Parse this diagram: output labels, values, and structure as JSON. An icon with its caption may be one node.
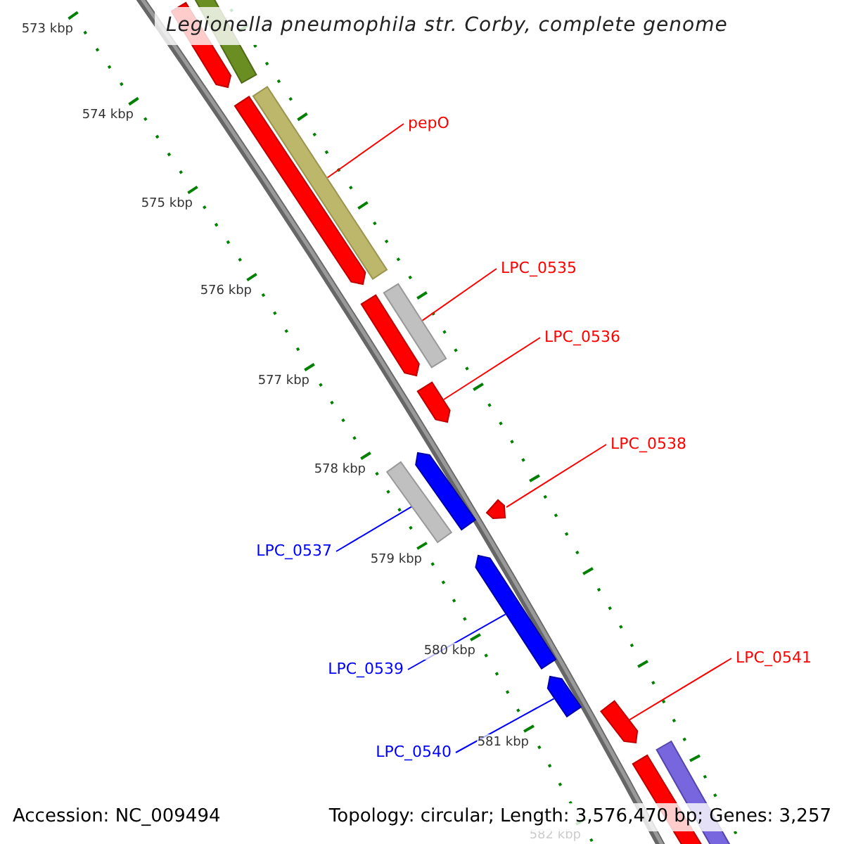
{
  "diagram": {
    "title": "Legionella pneumophila str. Corby, complete genome",
    "nodes": [
      {
        "text": [
          "pepO"
        ]
      },
      {
        "text": [
          "LPC_0535"
        ]
      },
      {
        "text": [
          "LPC_0536"
        ]
      },
      {
        "text": [
          "LPC_0538"
        ]
      },
      {
        "text": [
          "LPC_0537"
        ]
      },
      {
        "text": [
          "LPC_0541"
        ]
      },
      {
        "text": [
          "LPC_0539"
        ]
      },
      {
        "text": [
          "LPC_0540"
        ]
      },
      {
        "text": [],
        "shape": "bar"
      },
      {
        "text": [],
        "shape": "bar"
      },
      {
        "text": [],
        "shape": "bar"
      },
      {
        "text": [],
        "shape": "bar"
      },
      {
        "text": [],
        "shape": "bar"
      },
      {
        "text": [],
        "shape": "bar"
      },
      {
        "text": [],
        "shape": "bar"
      },
      {
        "text": [],
        "shape": "bar"
      },
      {
        "text": [],
        "shape": "bar"
      },
      {
        "text": [],
        "shape": "bar"
      },
      {
        "text": [],
        "shape": "bar"
      },
      {
        "text": [],
        "shape": "bar"
      },
      {
        "text": [],
        "shape": "bar"
      },
      {
        "text": [],
        "shape": "bar"
      },
      {
        "text": [],
        "shape": "bar"
      }
    ],
    "edges": [
      {
        "from": 0,
        "to": 11,
        "arrow": "none"
      },
      {
        "from": 1,
        "to": 12,
        "arrow": "none"
      },
      {
        "from": 2,
        "to": 14,
        "arrow": "none"
      },
      {
        "from": 3,
        "to": 17,
        "arrow": "none"
      },
      {
        "from": 4,
        "to": 16,
        "arrow": "none",
        "color": "#0000ff"
      },
      {
        "from": 5,
        "to": 20,
        "arrow": "none"
      },
      {
        "from": 6,
        "to": 18,
        "arrow": "none",
        "color": "#0000ff"
      },
      {
        "from": 7,
        "to": 19,
        "arrow": "none",
        "color": "#0000ff"
      }
    ],
    "labels": [
      "573 kbp",
      "574 kbp",
      "575 kbp",
      "576 kbp",
      "577 kbp",
      "578 kbp",
      "579 kbp",
      "580 kbp",
      "581 kbp",
      "582 kbp",
      "Accession: NC_009494",
      "Topology: circular; Length: 3,576,470 bp; Genes: 3,257"
    ]
  }
}
